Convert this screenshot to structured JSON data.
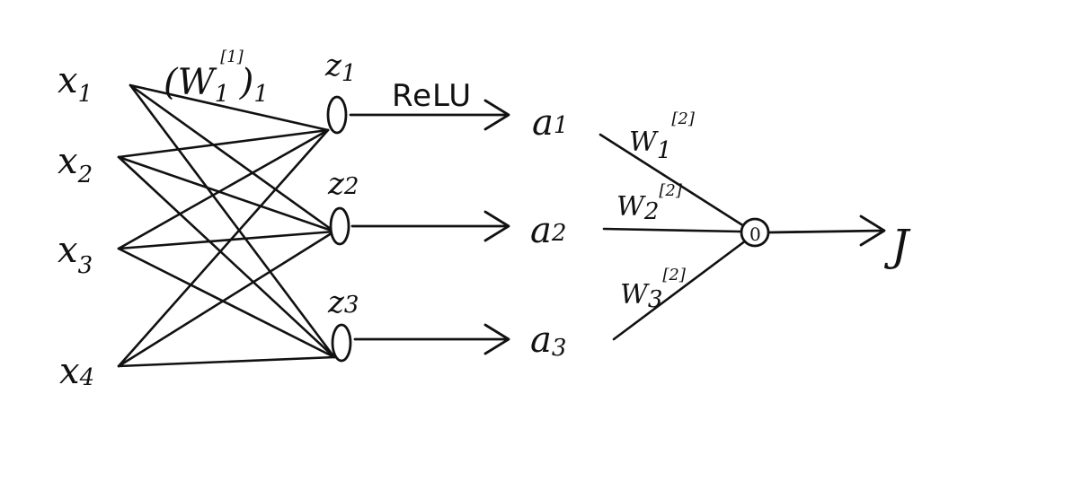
{
  "inputs": [
    {
      "base": "x",
      "sub": "1"
    },
    {
      "base": "x",
      "sub": "2"
    },
    {
      "base": "x",
      "sub": "3"
    },
    {
      "base": "x",
      "sub": "4"
    }
  ],
  "hidden": [
    {
      "base": "z",
      "sub": "1"
    },
    {
      "base": "z",
      "sub": "2"
    },
    {
      "base": "z",
      "sub": "3"
    }
  ],
  "activations": [
    {
      "base": "a",
      "sub": "1"
    },
    {
      "base": "a",
      "sub": "2"
    },
    {
      "base": "a",
      "sub": "3"
    }
  ],
  "first_weight": {
    "open": "(",
    "base": "W",
    "sub": "1",
    "sup": "[1]",
    "close": ")",
    "outer_sub": "1"
  },
  "activation_function": "ReLU",
  "output_weights": [
    {
      "base": "W",
      "sub": "1",
      "sup": "[2]"
    },
    {
      "base": "W",
      "sub": "2",
      "sup": "[2]"
    },
    {
      "base": "W",
      "sub": "3",
      "sup": "[2]"
    }
  ],
  "output_node_label": "0",
  "output_label": "J"
}
